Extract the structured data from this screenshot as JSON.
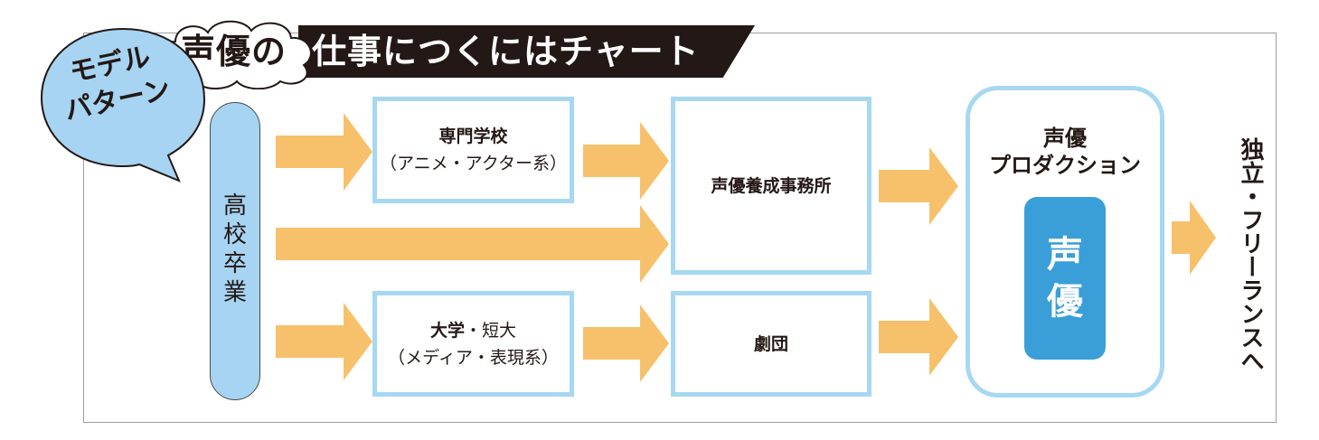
{
  "title": {
    "part1": "声優の",
    "part2": "仕事につくにはチャート"
  },
  "bubble": {
    "line1": "モデル",
    "line2": "パターン"
  },
  "start": {
    "label": "高校卒業"
  },
  "boxes": {
    "school": {
      "main": "専門学校",
      "sub": "（アニメ・アクター系）"
    },
    "university": {
      "main": "大学",
      "main_rest": "・短大",
      "sub": "（メディア・表現系）"
    },
    "training": {
      "main": "声優養成事務所"
    },
    "troupe": {
      "main": "劇団"
    }
  },
  "production": {
    "line1": "声優",
    "line2": "プロダクション",
    "inner": "声優"
  },
  "end": {
    "label": "独立・フリーランスへ"
  },
  "colors": {
    "arrow": "#f7c16b",
    "box_border": "#a6d8f2",
    "pill_fill": "#a6d4f2",
    "inner_fill": "#3a9fd8",
    "banner": "#231815"
  }
}
